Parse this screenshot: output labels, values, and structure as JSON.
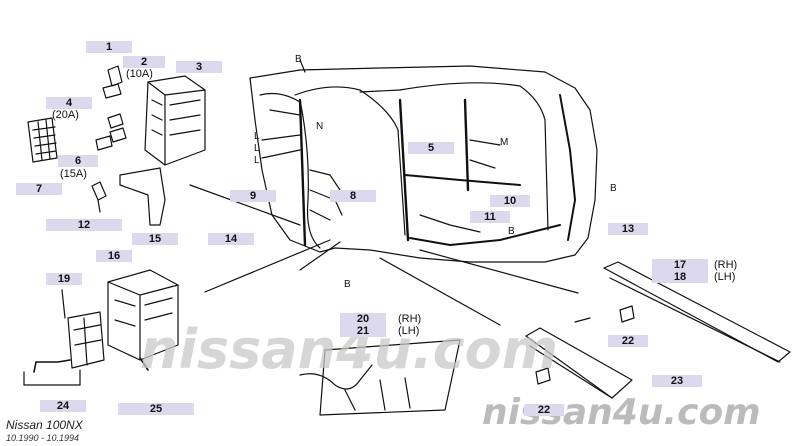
{
  "watermark": {
    "text": "nissan4u.com"
  },
  "footer": {
    "model": "Nissan 100NX",
    "dates": "10.1990 - 10.1994"
  },
  "part_labels": {
    "p1": "1",
    "p2": "2",
    "p2_note": "(10A)",
    "p3": "3",
    "p4": "4",
    "p4_note": "(20A)",
    "p5": "5",
    "p6": "6",
    "p6_note": "(15A)",
    "p7": "7",
    "p8": "8",
    "p9": "9",
    "p10": "10",
    "p11": "11",
    "p12": "12",
    "p13": "13",
    "p14": "14",
    "p15": "15",
    "p16": "16",
    "p17": "17",
    "p17_note": "(RH)",
    "p18": "18",
    "p18_note": "(LH)",
    "p19": "19",
    "p20": "20",
    "p20_note": "(RH)",
    "p21": "21",
    "p21_note": "(LH)",
    "p22a": "22",
    "p22b": "22",
    "p23": "23",
    "p24": "24",
    "p25": "25"
  },
  "connector_tags": {
    "b1": "B",
    "b2": "B",
    "b3": "B",
    "b4": "B",
    "l1": "L",
    "l2": "L",
    "l3": "L",
    "m1": "M",
    "n1": "N"
  }
}
